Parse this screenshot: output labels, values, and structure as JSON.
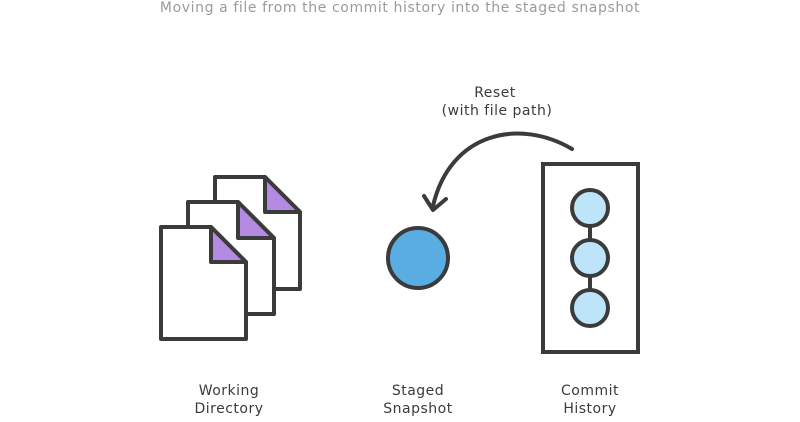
{
  "caption": "Moving a file from the commit history into the staged snapshot",
  "arrow": {
    "line1": "Reset",
    "line2": "(with file path)"
  },
  "labels": {
    "working_line1": "Working",
    "working_line2": "Directory",
    "staged_line1": "Staged",
    "staged_line2": "Snapshot",
    "commit_line1": "Commit",
    "commit_line2": "History"
  },
  "colors": {
    "stroke": "#3b3b3b",
    "file_corner": "#b48ae3",
    "staged_fill": "#5aade2",
    "commit_fill": "#bde4f8",
    "caption": "#9b9b9b"
  },
  "icons": [
    "file-stack-icon",
    "staged-snapshot-circle",
    "commit-node-icon",
    "curved-arrow-icon"
  ]
}
